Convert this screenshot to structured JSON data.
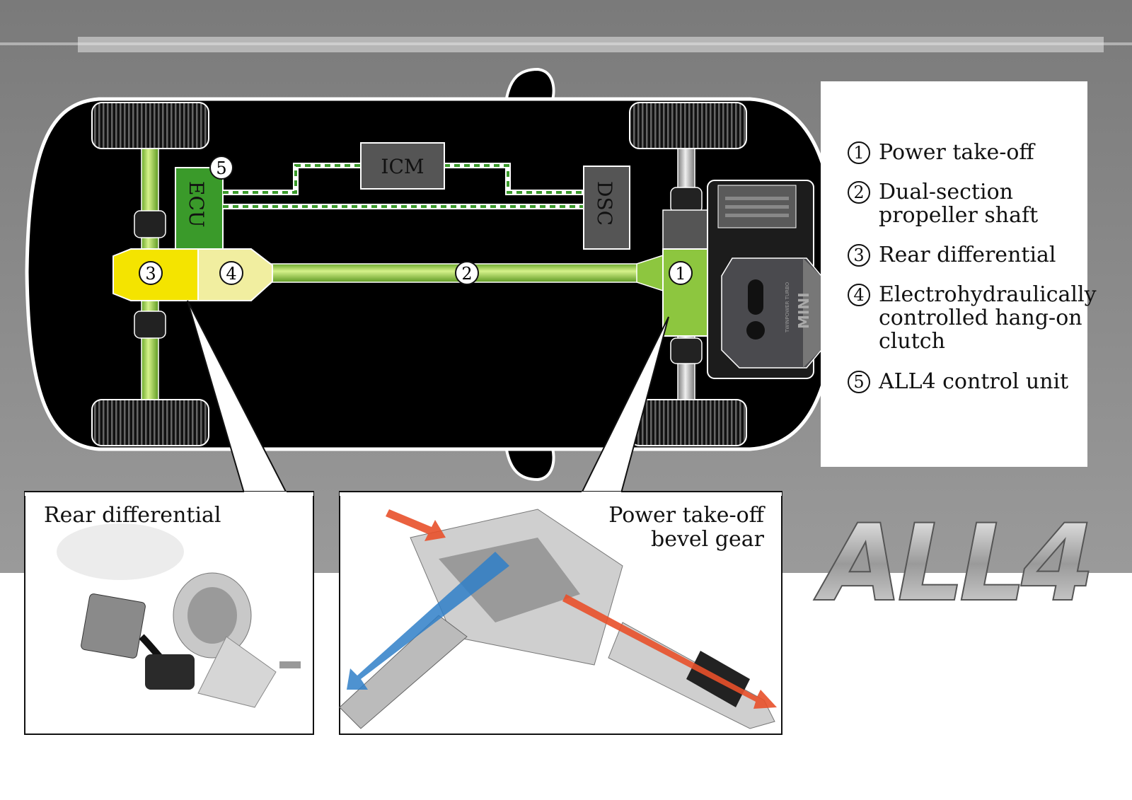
{
  "diagram": {
    "markers": [
      "1",
      "2",
      "3",
      "4",
      "5"
    ],
    "units": {
      "ecu": "ECU",
      "icm": "ICM",
      "dsc": "DSC"
    },
    "engine": {
      "brand": "MINI",
      "label": "TWINPOWER TURBO"
    }
  },
  "legend": {
    "items": [
      {
        "number": "1",
        "label": "Power take-off"
      },
      {
        "number": "2",
        "label": "Dual-section\npropeller shaft"
      },
      {
        "number": "3",
        "label": "Rear differential"
      },
      {
        "number": "4",
        "label": "Electrohydraulically\ncontrolled hang-on\nclutch"
      },
      {
        "number": "5",
        "label": "ALL4 control unit"
      }
    ]
  },
  "callouts": {
    "left": {
      "title": "Rear differential"
    },
    "right": {
      "title": "Power take-off\nbevel gear"
    }
  },
  "logo": {
    "text": "ALL4"
  },
  "colors": {
    "green": "#8dc63f",
    "dark_green": "#3a9a2a",
    "yellow": "#f4e400",
    "light_yellow": "#f1eea0",
    "road": "#8a8a8a",
    "red_arrow": "#e8502a",
    "blue_arrow": "#2f7fc8"
  }
}
